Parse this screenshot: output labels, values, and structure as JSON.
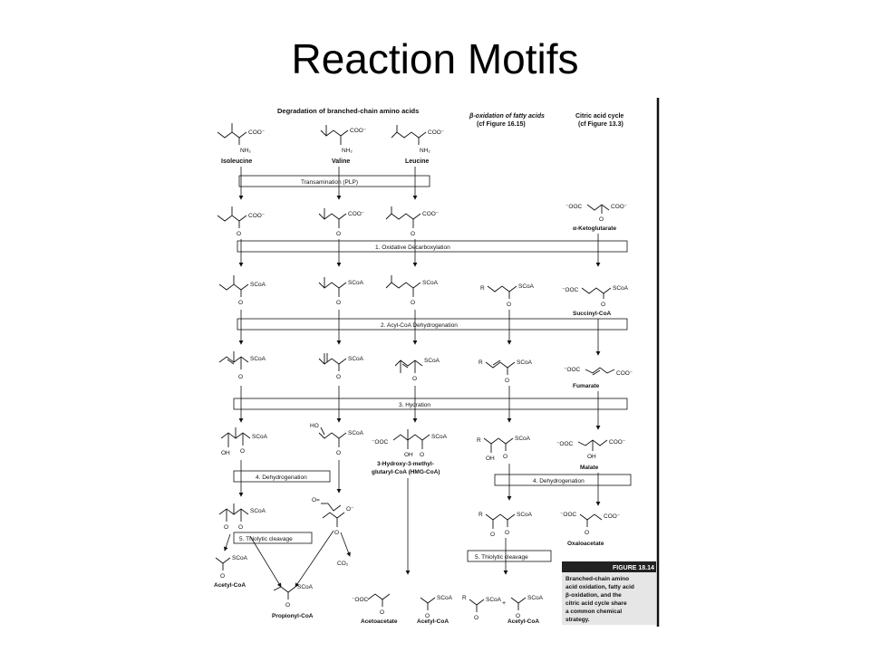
{
  "slide": {
    "title": "Reaction Motifs"
  },
  "figure": {
    "headers": {
      "degradation": "Degradation of branched-chain amino acids",
      "beta_oxidation_1": "β-oxidation of fatty acids",
      "beta_oxidation_2": "(cf Figure 16.15)",
      "citric_1": "Citric acid cycle",
      "citric_2": "(cf Figure 13.3)"
    },
    "amino_acids": [
      "Isoleucine",
      "Valine",
      "Leucine"
    ],
    "steps": {
      "transamination": "Transamination (PLP)",
      "oxidative_decarboxylation": "1. Oxidative Decarboxylation",
      "acyl_coa_dehydrogenation": "2. Acyl-CoA Dehydrogenation",
      "hydration": "3. Hydration",
      "dehydrogenation_left": "4. Dehydrogenation",
      "dehydrogenation_right": "4. Dehydrogenation",
      "thiolytic_left": "5. Thiolytic cleavage",
      "thiolytic_right": "5. Thiolytic cleavage"
    },
    "intermediates": {
      "alpha_kg": "α-Ketoglutarate",
      "succinyl_coa": "Succinyl-CoA",
      "fumarate": "Fumarate",
      "hmg_coa_1": "3-Hydroxy-3-methyl-",
      "hmg_coa_2": "glutaryl-CoA (HMG-CoA)",
      "malate": "Malate",
      "oxaloacetate": "Oxaloacetate"
    },
    "groups": {
      "coo": "COO⁻",
      "ooc": "⁻OOC",
      "nh2": "NH₂",
      "scoa": "SCoA",
      "o": "O",
      "oh": "OH",
      "ho": "HO",
      "r": "R",
      "co2": "CO₂",
      "o_minus": "O⁻",
      "o_eq": "O="
    },
    "products": {
      "acetyl_coa": "Acetyl-CoA",
      "propionyl_coa": "Propionyl-CoA",
      "acetoacetate": "Acetoacetate",
      "plus": "+"
    },
    "caption": {
      "label": "FIGURE 18.14",
      "lines": [
        "Branched-chain amino",
        "acid oxidation, fatty acid",
        "β-oxidation, and the",
        "citric acid cycle share",
        "a common chemical",
        "strategy."
      ]
    }
  }
}
